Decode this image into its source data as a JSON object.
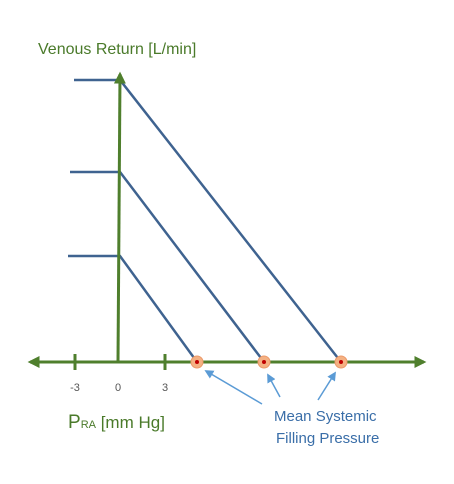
{
  "y_axis_label": "Venous Return [L/min]",
  "x_axis_label_main": "P",
  "x_axis_label_sub": "RA",
  "x_axis_label_unit": " [mm Hg]",
  "x_ticks": [
    "-3",
    "0",
    "3"
  ],
  "annotation": {
    "line1": "Mean Systemic",
    "line2": "Filling Pressure"
  },
  "curves_count": 3,
  "colors": {
    "axis": "#4f7f2d",
    "curve": "#3f6390",
    "annotation": "#5b9bd5",
    "marker_fill": "#f4b183",
    "marker_center": "#c00000"
  }
}
